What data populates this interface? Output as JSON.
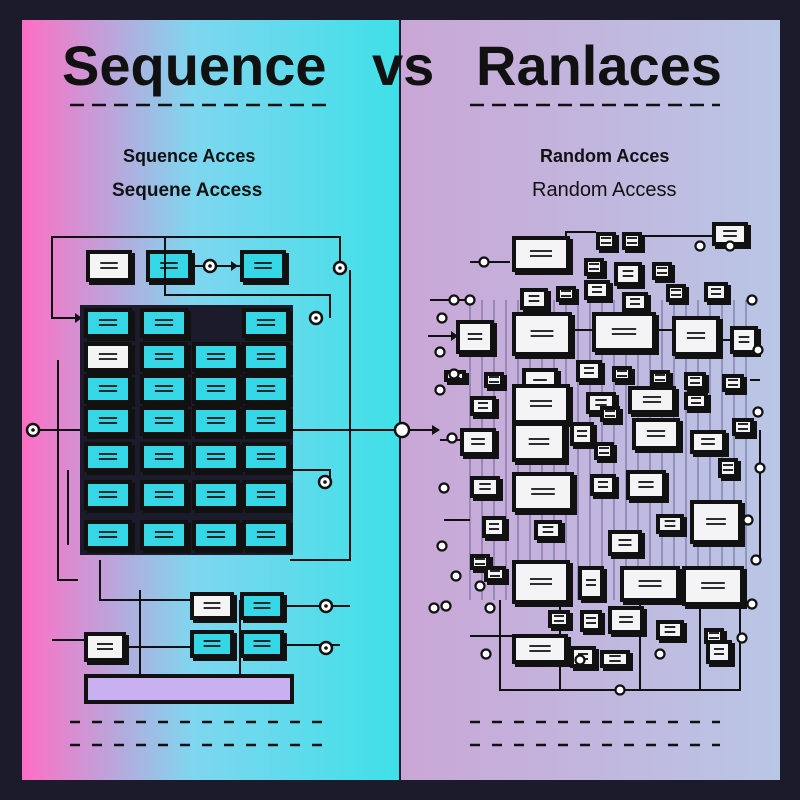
{
  "titles": {
    "left": "Sequence",
    "middle": "vs",
    "right": "Ranlaces"
  },
  "left_panel": {
    "heading_1": "Squence Acces",
    "heading_2": "Sequene Access"
  },
  "right_panel": {
    "heading_1": "Random Acces",
    "heading_2": "Random Access"
  },
  "colors": {
    "left_gradient_start": "#ff6ec4",
    "left_gradient_end": "#3ee0e8",
    "right_gradient_start": "#c9a6d8",
    "right_gradient_end": "#b8c4e4",
    "cyan_block": "#35d6e6",
    "lavender_bar": "#c9b0f0",
    "ink": "#111111"
  }
}
